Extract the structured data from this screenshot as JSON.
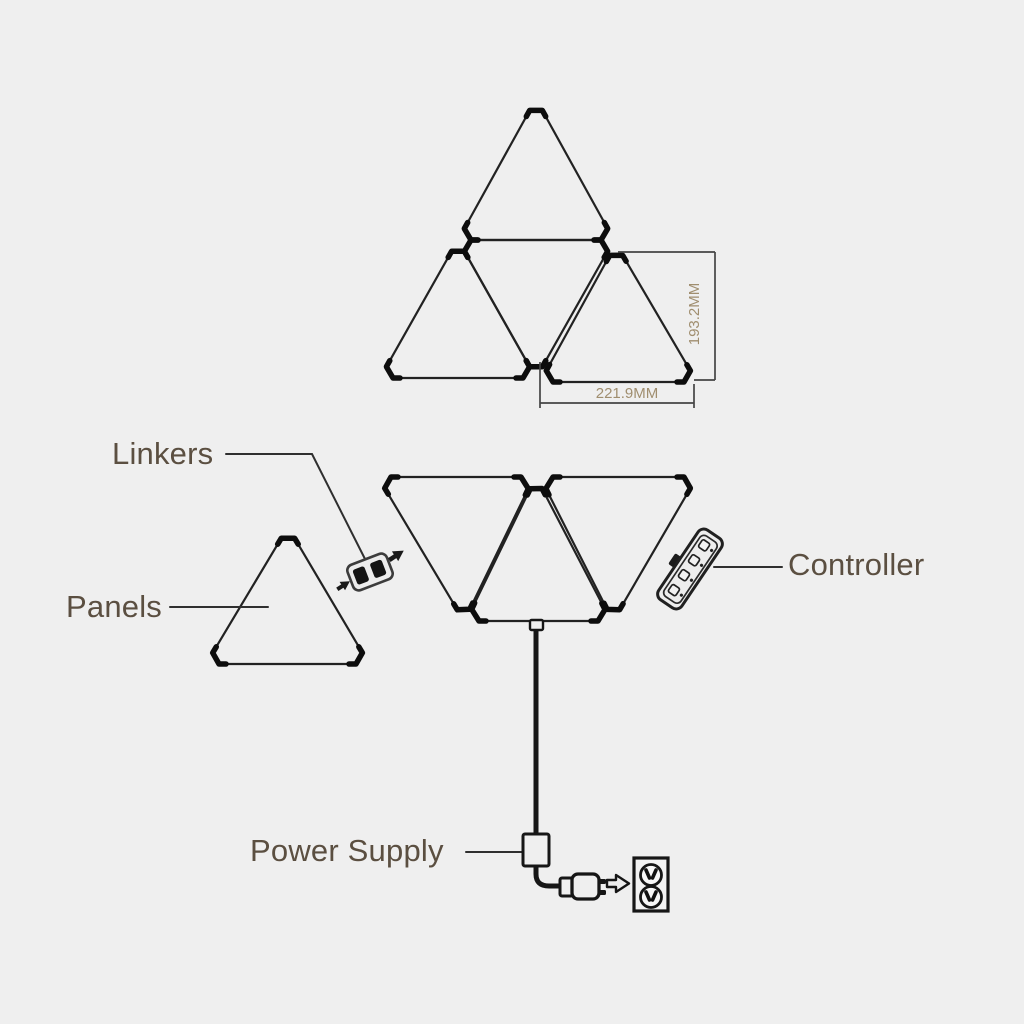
{
  "labels": {
    "linkers": "Linkers",
    "panels": "Panels",
    "controller": "Controller",
    "power_supply": "Power Supply"
  },
  "dimensions": {
    "panel_height": "193.2MM",
    "panel_width": "221.9MM"
  },
  "colors": {
    "background": "#efefef",
    "outline": "#222222",
    "label_text": "#5b4f41",
    "dimension_text": "#a08e6f"
  },
  "icons": {
    "linker": "linker-icon",
    "insert_arrows": "insert-arrow-icon",
    "controller": "controller-icon",
    "power_brick": "power-brick-icon",
    "plug": "power-plug-icon",
    "direction_arrow": "plug-direction-arrow-icon",
    "outlet": "wall-outlet-icon"
  }
}
